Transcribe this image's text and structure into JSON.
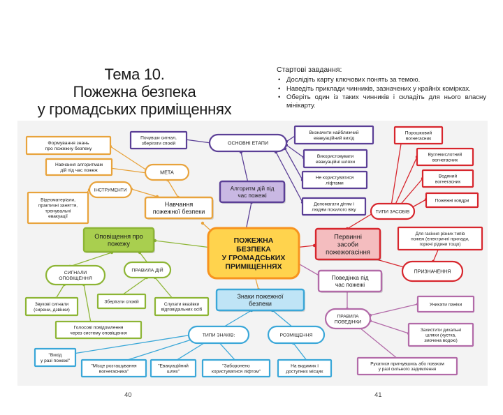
{
  "title": {
    "line1": "Тема 10.",
    "line2": "Пожежна безпека",
    "line3": "у громадських приміщеннях"
  },
  "tasks": {
    "heading": "Стартові завдання:",
    "items": [
      "Дослідіть карту ключових понять за темою.",
      "Наведіть приклади чинників, зазначених у крайніх комірках.",
      "Оберіть один із таких чинників і складіть для нього власну мінікарту."
    ]
  },
  "colors": {
    "center": "#f7931e",
    "green": "#8db535",
    "orange": "#e8a33c",
    "purple": "#5b3f96",
    "red": "#d7262d",
    "blue": "#3aa7d8",
    "pink": "#b26aa8"
  },
  "map": {
    "center": [
      "ПОЖЕЖНА",
      "БЕЗПЕКА",
      "У ГРОМАДСЬКИХ",
      "ПРИМІЩЕННЯХ"
    ],
    "training": {
      "label": [
        "Навчання",
        "пожежної безпеки"
      ],
      "goal": "МЕТА",
      "tools": "ІНСТРУМЕНТИ",
      "goal_items": [
        [
          "Формування знань",
          "про пожежну безпеку"
        ],
        [
          "Навчання алгоритмам",
          "дій під час пожеж"
        ]
      ],
      "tool_items": [
        [
          "Відеоматеріали,",
          "практичні заняття,",
          "тренувальні",
          "евакуації"
        ]
      ]
    },
    "algorithm": {
      "label": [
        "Алгоритм дій під",
        "час пожежі"
      ],
      "stages": "ОСНОВНІ ЕТАПИ",
      "items": [
        [
          "Почувши сигнал,",
          "зберігати спокій"
        ],
        [
          "Визначити найближчий",
          "евакуаційний вихід"
        ],
        [
          "Використовувати",
          "евакуаційні шляхи"
        ],
        [
          "Не користуватися",
          "ліфтами"
        ],
        [
          "Допомагати дітям і",
          "людям похилого віку"
        ]
      ]
    },
    "means": {
      "label": [
        "Первинні",
        "засоби",
        "пожежогасіння"
      ],
      "types": "ТИПИ ЗАСОБІВ",
      "purpose": "ПРИЗНАЧЕННЯ",
      "type_items": [
        [
          "Порошковий",
          "вогнегасник"
        ],
        [
          "Вуглекислотний",
          "вогнегасник"
        ],
        [
          "Водяний",
          "вогнегасник"
        ],
        [
          "Пожежні ковдри"
        ]
      ],
      "purpose_items": [
        [
          "Для гасіння різних типів",
          "пожеж (електричні прилади,",
          "горючі рідини тощо)"
        ]
      ]
    },
    "behavior": {
      "label": [
        "Поведінка під",
        "час пожежі"
      ],
      "rules": [
        "ПРАВИЛА",
        "ПОВЕДІНКИ"
      ],
      "items": [
        [
          "Уникати паніки"
        ],
        [
          "Захистити дихальні",
          "шляхи (хустка,",
          "змочена водою)"
        ],
        [
          "Рухатися пригнувшись або повзком",
          "у разі сильного задимлення"
        ]
      ]
    },
    "notification": {
      "label": [
        "Оповіщення про",
        "пожежу"
      ],
      "signals": [
        "СИГНАЛИ",
        "ОПОВІЩЕННЯ"
      ],
      "rules": "ПРАВИЛА ДІЙ",
      "signal_items": [
        [
          "Звукові сигнали",
          "(сирени, дзвінки)"
        ],
        [
          "Голосові повідомлення",
          "через систему оповіщення"
        ]
      ],
      "rule_items": [
        [
          "Зберігати спокій"
        ],
        [
          "Слухати вказівки",
          "відповідальних осіб"
        ]
      ]
    },
    "signs": {
      "label": [
        "Знаки пожежної",
        "безпеки"
      ],
      "types": "ТИПИ ЗНАКІВ:",
      "placement": "РОЗМІЩЕННЯ",
      "type_items": [
        [
          "\"Вихід",
          "у разі пожежі\""
        ],
        [
          "\"Місце розташування",
          "вогнегасника\""
        ],
        [
          "\"Евакуаційний",
          "шлях\""
        ],
        [
          "\"Заборонено",
          "користуватися ліфтом\""
        ]
      ],
      "placement_items": [
        [
          "На видимих і",
          "доступних місцях"
        ]
      ]
    }
  },
  "pages": {
    "left": "40",
    "right": "41"
  }
}
